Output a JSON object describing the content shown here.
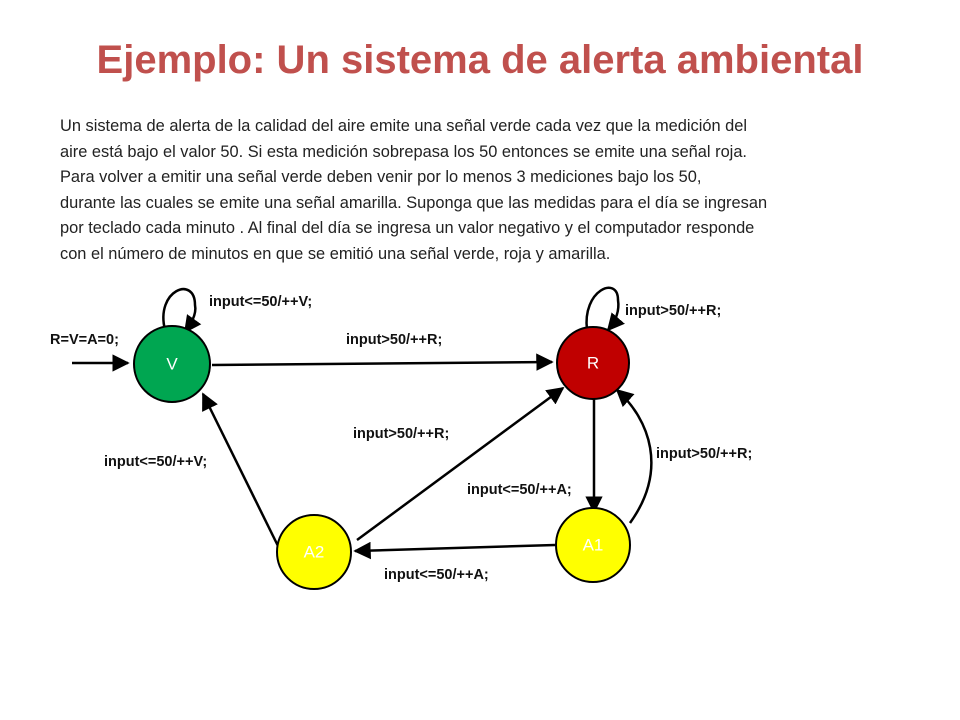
{
  "title": "Ejemplo: Un sistema de alerta ambiental",
  "description_lines": [
    "Un sistema de alerta de la calidad del aire emite una señal verde cada vez que la medición del",
    "aire está bajo el valor 50. Si esta medición sobrepasa  los 50 entonces se emite una señal roja.",
    "Para volver a emitir una señal verde deben venir por lo menos 3 mediciones bajo los 50,",
    "durante las cuales se emite una señal amarilla. Suponga que las medidas para el día se ingresan",
    "por teclado cada minuto . Al final del día se ingresa un valor negativo y el computador responde",
    "con el número de minutos en que se emitió una señal verde, roja y amarilla."
  ],
  "diagram": {
    "states": {
      "V": {
        "label": "V",
        "color": "#00a651"
      },
      "R": {
        "label": "R",
        "color": "#c00000"
      },
      "A1": {
        "label": "A1",
        "color": "#ffff00"
      },
      "A2": {
        "label": "A2",
        "color": "#ffff00"
      }
    },
    "initial_label": "R=V=A=0;",
    "transitions": {
      "v_self": "input<=50/++V;",
      "v_to_r": "input>50/++R;",
      "r_self": "input>50/++R;",
      "a2_to_r": "input>50/++R;",
      "a1_to_r": "input>50/++R;",
      "a2_to_v": "input<=50/++V;",
      "r_to_a1": "input<=50/++A;",
      "a1_to_a2": "input<=50/++A;"
    }
  }
}
